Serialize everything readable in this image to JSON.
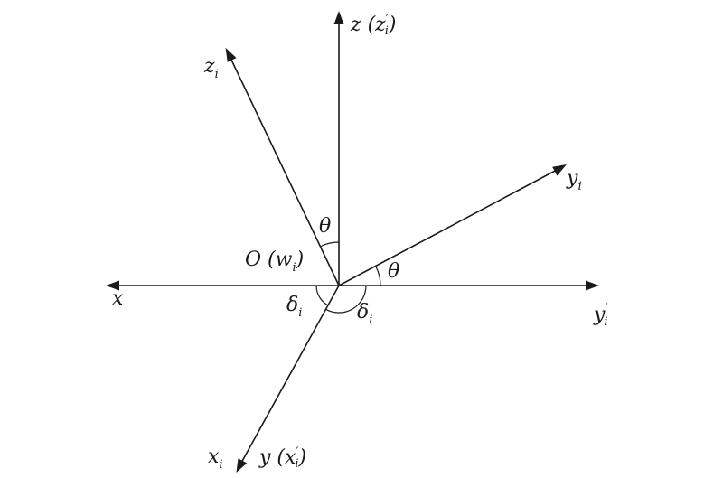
{
  "axes": {
    "z": {
      "main": "z (z",
      "prime": "′",
      "sub": "i",
      "close": ")"
    },
    "z_i": {
      "main": "z",
      "sub": "i"
    },
    "y_i": {
      "main": "y",
      "sub": "i"
    },
    "x": {
      "main": "x"
    },
    "y_i_prime": {
      "main": "y",
      "prime": "′",
      "sub": "i"
    },
    "x_i": {
      "main": "x",
      "sub": "i"
    },
    "y": {
      "main": "y (x",
      "prime": "′",
      "sub": "i",
      "close": ")"
    }
  },
  "origin": {
    "main": "O (w",
    "sub": "i",
    "close": ")"
  },
  "angles": {
    "theta_top": "θ",
    "theta_right": "θ",
    "delta_left": {
      "main": "δ",
      "sub": "i"
    },
    "delta_right": {
      "main": "δ",
      "sub": "i"
    }
  }
}
